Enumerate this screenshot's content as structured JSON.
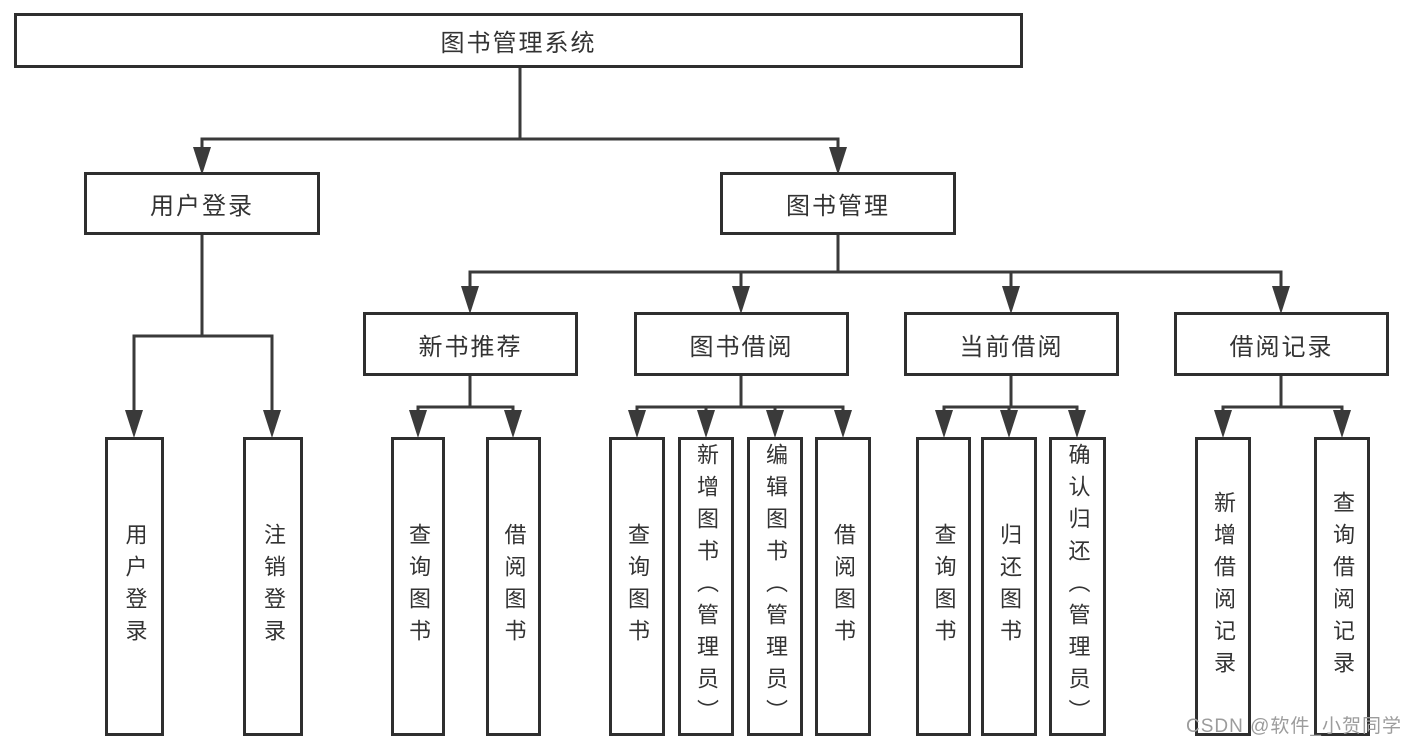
{
  "colors": {
    "line": "#3a3a3a",
    "box_border": "#2f2f2f",
    "text": "#333333",
    "watermark": "#9c9c9c",
    "background": "#ffffff"
  },
  "tree": {
    "root": {
      "label": "图书管理系统"
    },
    "level2": [
      {
        "label": "用户登录",
        "leaves": [
          {
            "label": "用户登录"
          },
          {
            "label": "注销登录"
          }
        ]
      },
      {
        "label": "图书管理",
        "groups": [
          {
            "label": "新书推荐",
            "leaves": [
              {
                "label": "查询图书"
              },
              {
                "label": "借阅图书"
              }
            ]
          },
          {
            "label": "图书借阅",
            "leaves": [
              {
                "label": "查询图书"
              },
              {
                "label": "新增图书（管理员）"
              },
              {
                "label": "编辑图书（管理员）"
              },
              {
                "label": "借阅图书"
              }
            ]
          },
          {
            "label": "当前借阅",
            "leaves": [
              {
                "label": "查询图书"
              },
              {
                "label": "归还图书"
              },
              {
                "label": "确认归还（管理员）"
              }
            ]
          },
          {
            "label": "借阅记录",
            "leaves": [
              {
                "label": "新增借阅记录"
              },
              {
                "label": "查询借阅记录"
              }
            ]
          }
        ]
      }
    ]
  },
  "watermark": {
    "text": "CSDN @软件_小贺同学"
  }
}
